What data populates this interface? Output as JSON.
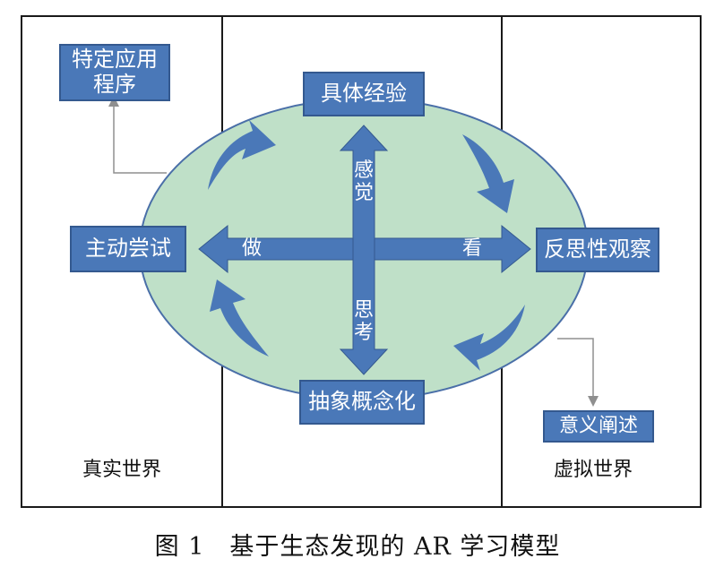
{
  "diagram": {
    "left_region_label": "真实世界",
    "right_region_label": "虚拟世界",
    "nodes": {
      "top": "具体经验",
      "right": "反思性观察",
      "bottom": "抽象概念化",
      "left": "主动尝试",
      "top_left": "特定应用程序",
      "bottom_right": "意义阐述"
    },
    "axis_labels": {
      "up": "感觉",
      "down": "思考",
      "left": "做",
      "right": "看"
    }
  },
  "caption": "图 1　基于生态发现的 AR 学习模型",
  "colors": {
    "box_fill": "#4a78b8",
    "ellipse_fill": "#bfe0c8",
    "arrow_fill": "#4a78b8",
    "frame": "#1a1a1a"
  }
}
